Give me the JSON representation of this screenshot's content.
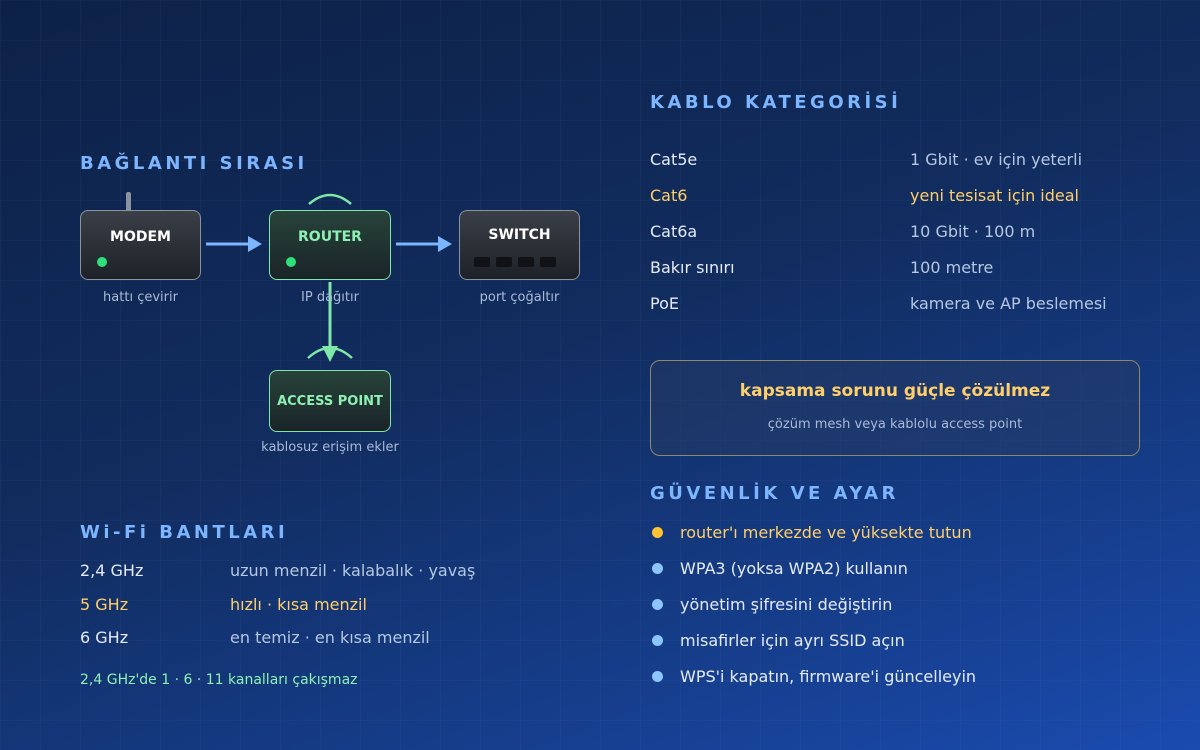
{
  "connection": {
    "title": "BAĞLANTI SIRASI",
    "devices": {
      "modem": {
        "label": "MODEM",
        "caption": "hattı çevirir"
      },
      "router": {
        "label": "ROUTER",
        "caption": "IP dağıtır"
      },
      "switch": {
        "label": "SWITCH",
        "caption": "port çoğaltır"
      },
      "access_point": {
        "label": "ACCESS POINT",
        "caption": "kablosuz erişim ekler"
      }
    },
    "colors": {
      "arrow": "#7db6ff",
      "wifi": "#7fe7a8",
      "led": "#2ee07a"
    }
  },
  "wifi": {
    "title": "Wi-Fi BANTLARI",
    "rows": [
      {
        "band": "2,4 GHz",
        "desc": "uzun menzil · kalabalık · yavaş"
      },
      {
        "band": "5 GHz",
        "desc": "hızlı · kısa menzil"
      },
      {
        "band": "6 GHz",
        "desc": "en temiz · en kısa menzil"
      }
    ],
    "note": "2,4 GHz'de 1 · 6 · 11 kanalları çakışmaz"
  },
  "cable": {
    "title": "KABLO KATEGORİSİ",
    "rows": [
      {
        "name": "Cat5e",
        "value": "1 Gbit · ev için yeterli"
      },
      {
        "name": "Cat6",
        "value": "yeni tesisat için ideal"
      },
      {
        "name": "Cat6a",
        "value": "10 Gbit · 100 m"
      },
      {
        "name": "Bakır sınırı",
        "value": "100 metre"
      },
      {
        "name": "PoE",
        "value": "kamera ve AP beslemesi"
      }
    ]
  },
  "callout": {
    "title": "kapsama sorunu güçle çözülmez",
    "subtitle": "çözüm mesh veya kablolu access point"
  },
  "security": {
    "title": "GÜVENLİK VE AYAR",
    "items": [
      "router'ı merkezde ve yüksekte tutun",
      "WPA3 (yoksa WPA2) kullanın",
      "yönetim şifresini değiştirin",
      "misafirler için ayrı SSID açın",
      "WPS'i kapatın, firmware'i güncelleyin"
    ]
  },
  "highlight_color": "#ffcf6a"
}
